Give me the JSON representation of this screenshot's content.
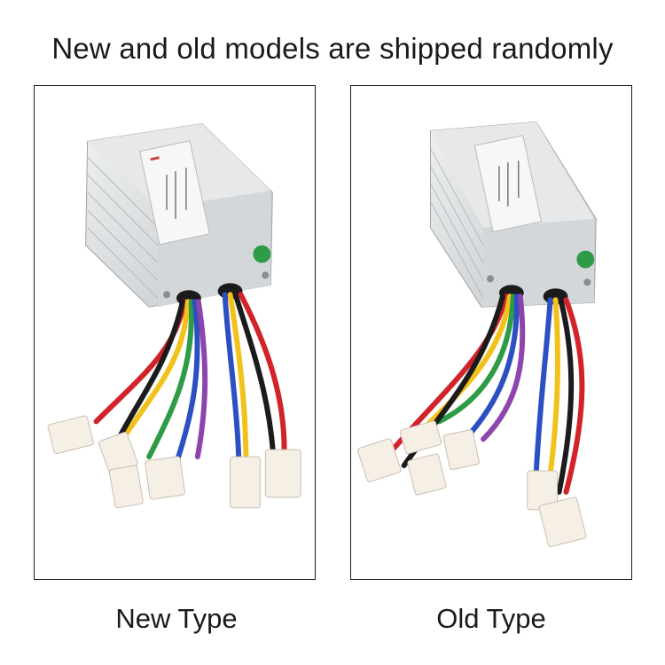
{
  "header": {
    "title": "New and old models are shipped randomly"
  },
  "panels": [
    {
      "caption": "New Type",
      "image": "controller-photo-new"
    },
    {
      "caption": "Old Type",
      "image": "controller-photo-old"
    }
  ],
  "colors": {
    "border": "#1a1a1a",
    "housing": "#d9dbdd",
    "wire_red": "#d2232a",
    "wire_yellow": "#f2c21b",
    "wire_blue": "#2c4fc2",
    "wire_green": "#2e9b46",
    "wire_black": "#1b1b1b",
    "connector": "#f6efe6"
  }
}
